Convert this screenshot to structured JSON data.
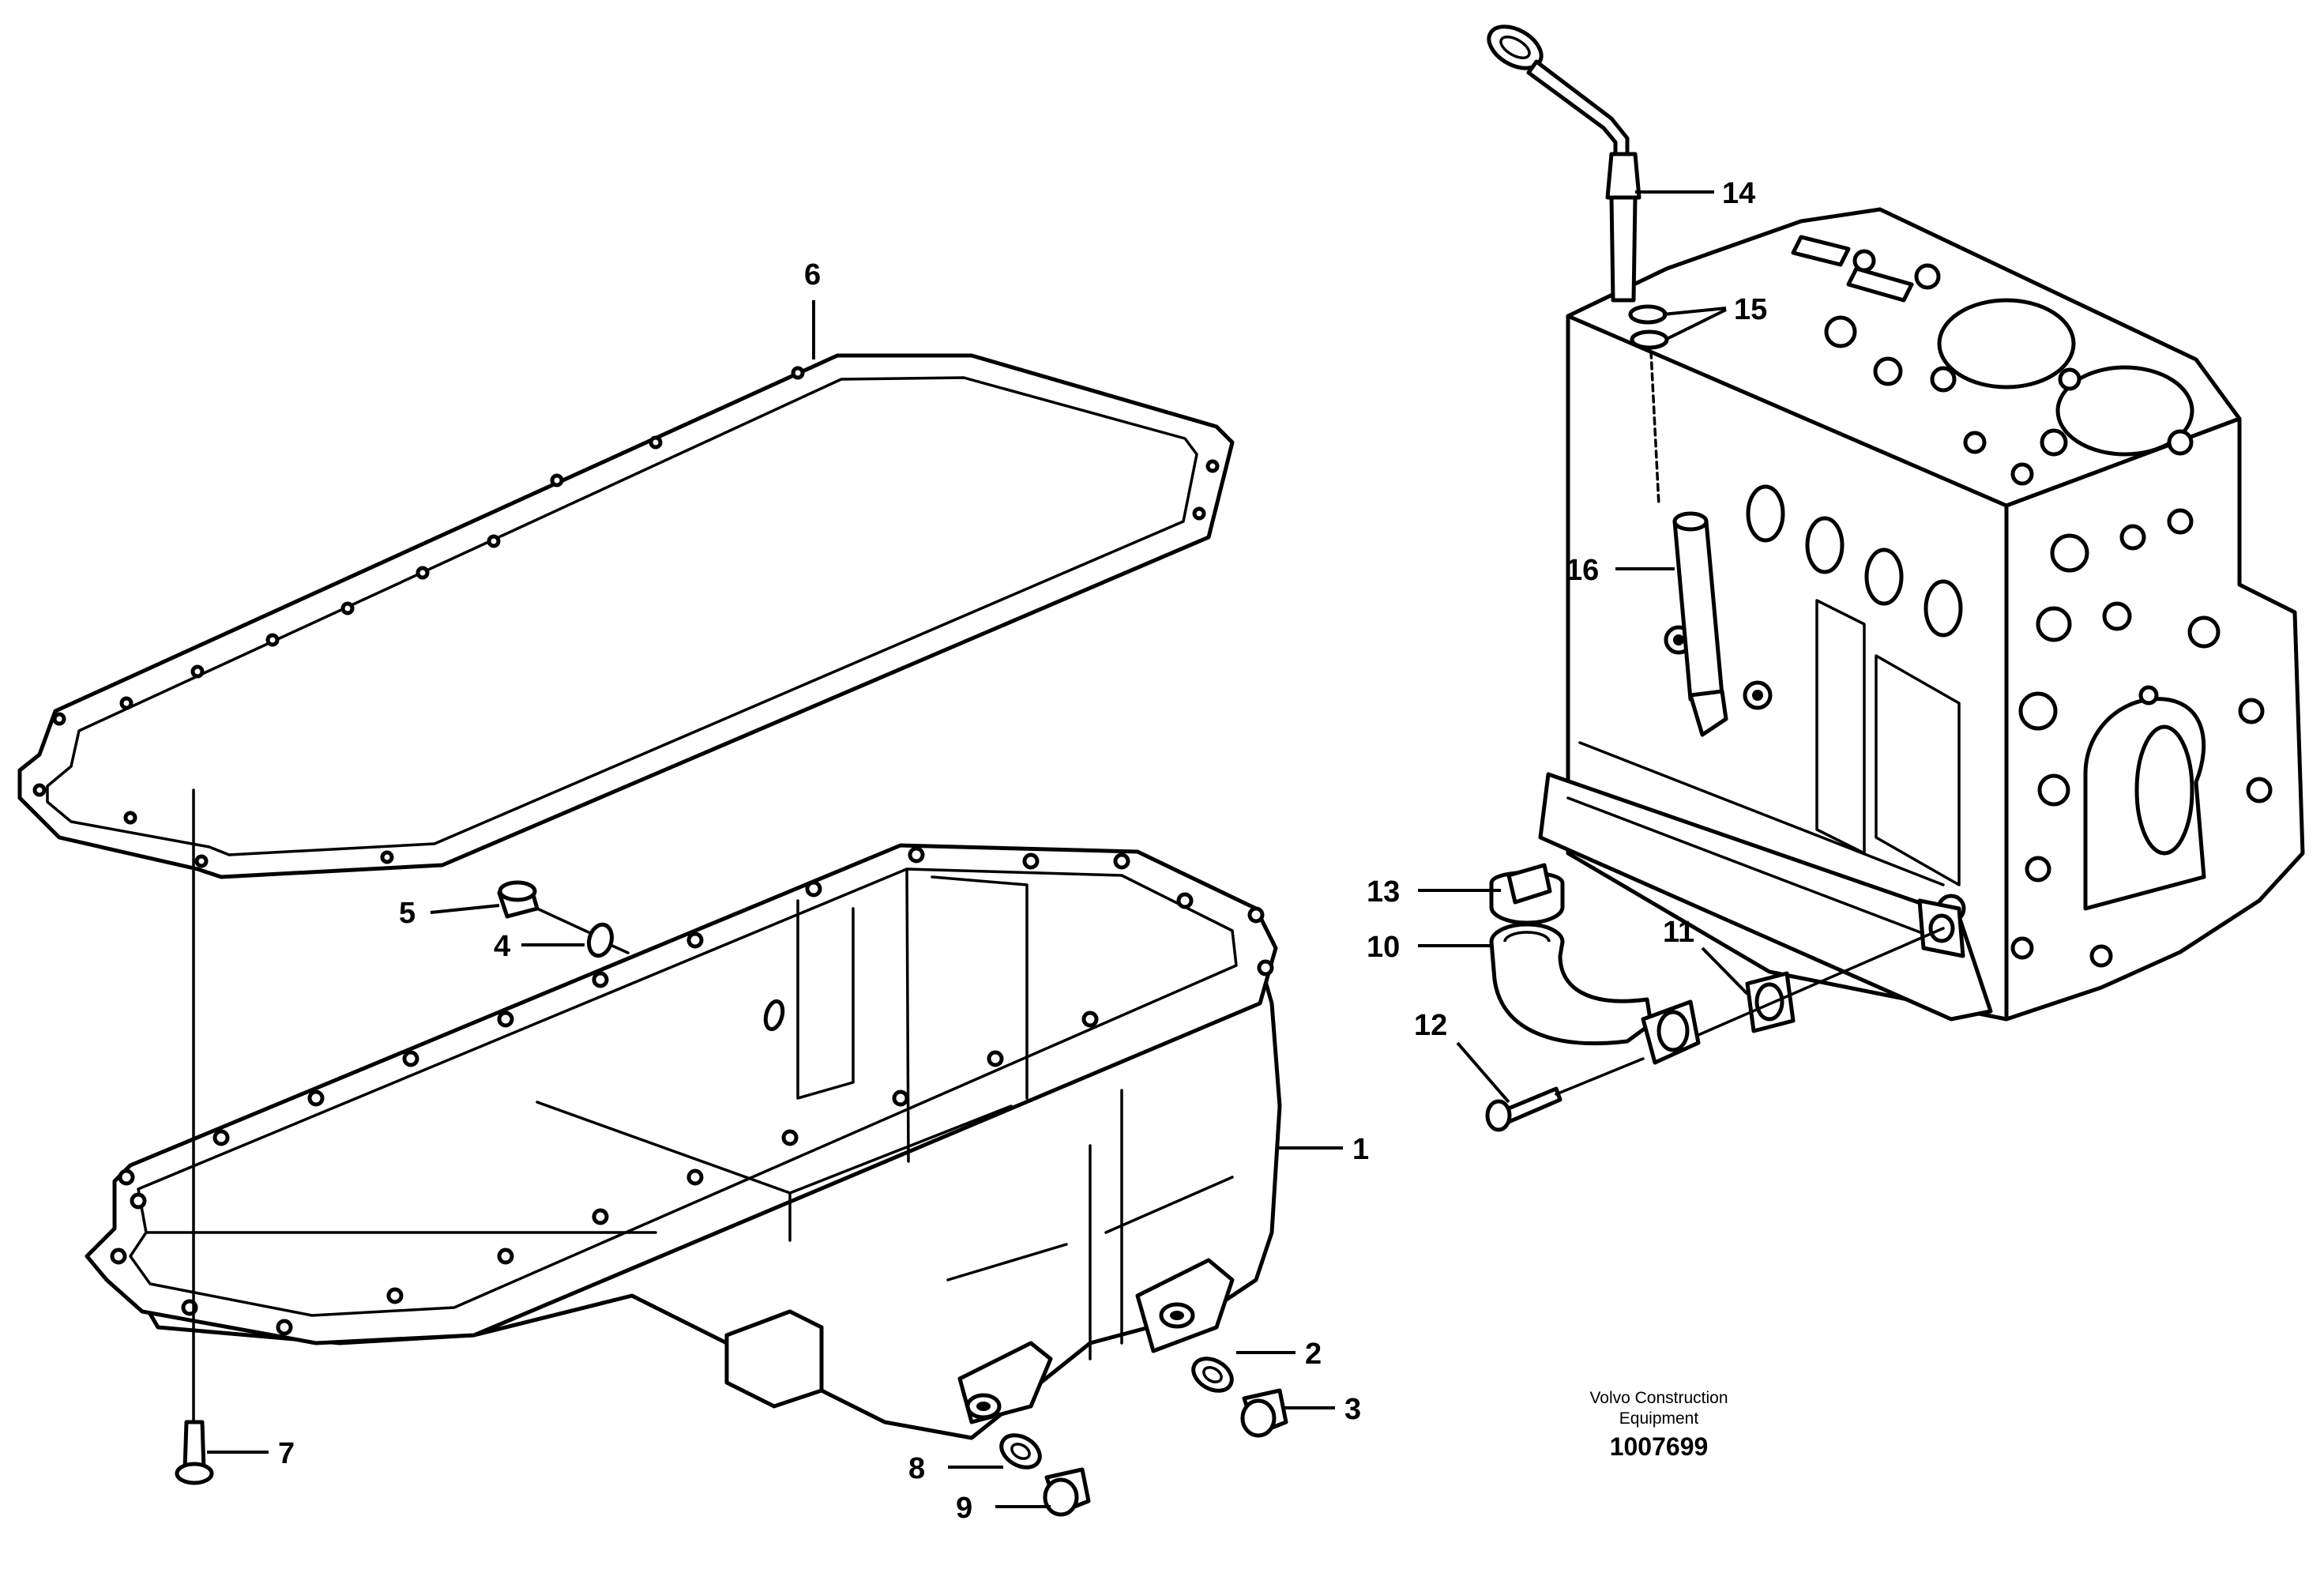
{
  "diagram": {
    "callouts": [
      {
        "id": "1",
        "label": "1"
      },
      {
        "id": "2",
        "label": "2"
      },
      {
        "id": "3",
        "label": "3"
      },
      {
        "id": "4",
        "label": "4"
      },
      {
        "id": "5",
        "label": "5"
      },
      {
        "id": "6",
        "label": "6"
      },
      {
        "id": "7",
        "label": "7"
      },
      {
        "id": "8",
        "label": "8"
      },
      {
        "id": "9",
        "label": "9"
      },
      {
        "id": "10",
        "label": "10"
      },
      {
        "id": "11",
        "label": "11"
      },
      {
        "id": "12",
        "label": "12"
      },
      {
        "id": "13",
        "label": "13"
      },
      {
        "id": "14",
        "label": "14"
      },
      {
        "id": "15",
        "label": "15"
      },
      {
        "id": "16",
        "label": "16"
      }
    ],
    "credit_line1": "Volvo Construction",
    "credit_line2": "Equipment",
    "document_number": "1007699"
  }
}
